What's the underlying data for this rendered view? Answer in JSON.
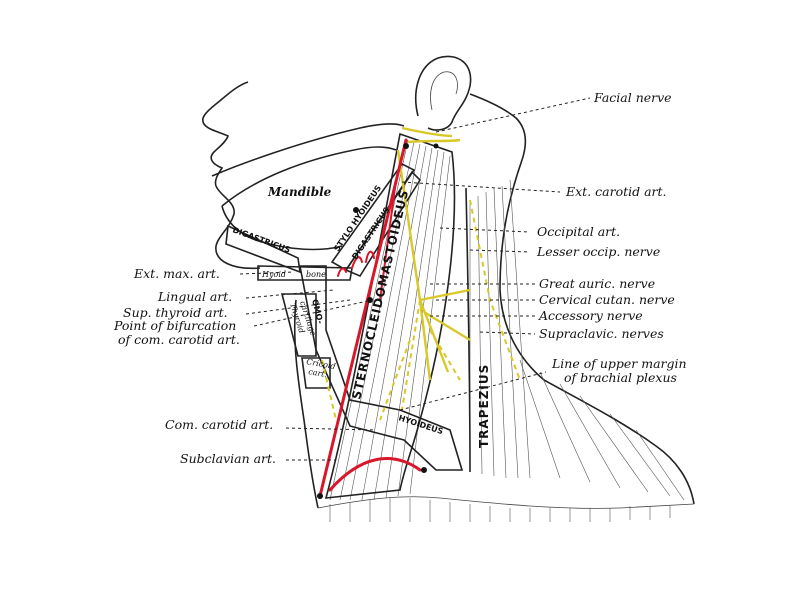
{
  "diagram": {
    "labels_right": {
      "facial_nerve": "Facial nerve",
      "ext_carotid": "Ext. carotid art.",
      "occipital": "Occipital art.",
      "lesser_occip": "Lesser occip. nerve",
      "great_auric": "Great auric. nerve",
      "cervical_cutan": "Cervical cutan. nerve",
      "accessory": "Accessory nerve",
      "supraclavic": "Supraclavic. nerves",
      "upper_margin_1": "Line of upper margin",
      "upper_margin_2": "of brachial plexus"
    },
    "labels_left": {
      "ext_max": "Ext. max. art.",
      "lingual": "Lingual art.",
      "sup_thyroid": "Sup. thyroid art.",
      "bifurcation_1": "Point of bifurcation",
      "bifurcation_2": "of com. carotid art.",
      "com_carotid": "Com. carotid art.",
      "subclavian": "Subclavian art."
    },
    "structures": {
      "mandible": "Mandible",
      "digastricus_front": "DIGASTRICUS",
      "hyoid": "Hyoid",
      "bone": "bone",
      "stylo_hyoideus": "STYLO HYOIDEUS",
      "digastricus_back": "DIGASTRICUS",
      "sternocleidomastoideus": "STERNOCLEIDOMASTOIDEUS",
      "omo": "OMO-",
      "thyroid_cart_1": "Thyroid",
      "thyroid_cart_2": "cartilage",
      "cricoid_1": "Cricoid",
      "cricoid_2": "cart.",
      "hyoideus": "HYOIDEUS",
      "trapezius": "TRAPEZIUS"
    }
  },
  "colors": {
    "artery": "#d8172a",
    "nerve": "#d9c82a",
    "ink": "#222222"
  }
}
